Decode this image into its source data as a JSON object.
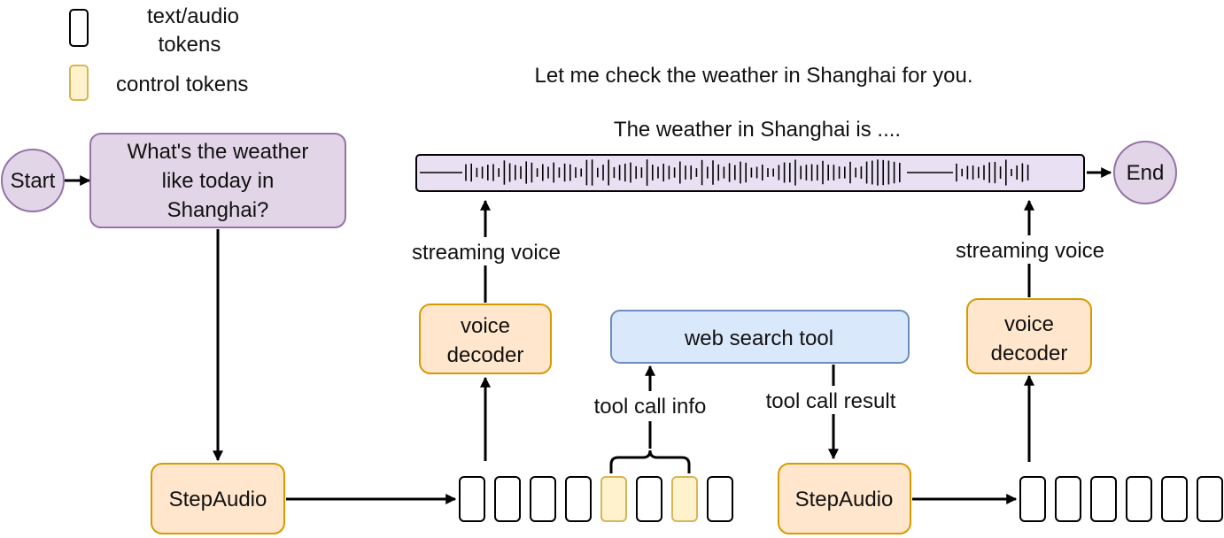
{
  "legend": {
    "token_label_1": "text/audio",
    "token_label_2": "tokens",
    "control_label": "control tokens"
  },
  "nodes": {
    "start": "Start",
    "end": "End",
    "query_line1": "What's the weather",
    "query_line2": "like today in",
    "query_line3": "Shanghai?",
    "stepaudio_left": "StepAudio",
    "stepaudio_right": "StepAudio",
    "decoder_left_line1": "voice",
    "decoder_left_line2": "decoder",
    "decoder_right_line1": "voice",
    "decoder_right_line2": "decoder",
    "web_search_tool": "web search tool"
  },
  "labels": {
    "streaming_voice_left": "streaming voice",
    "streaming_voice_right": "streaming voice",
    "tool_call_info": "tool call info",
    "tool_call_result": "tool call result"
  },
  "responses": {
    "line1": "Let me check the weather in Shanghai for you.",
    "line2": "The weather in Shanghai is ...."
  },
  "token_sequences": {
    "left": [
      "text",
      "text",
      "text",
      "text",
      "control",
      "text",
      "control",
      "text"
    ],
    "right": [
      "text",
      "text",
      "text",
      "text",
      "text",
      "text"
    ]
  },
  "colors": {
    "purple_fill": "#e1d5e7",
    "purple_stroke": "#9673a6",
    "orange_fill": "#ffe6cc",
    "orange_stroke": "#d79b00",
    "blue_fill": "#dae8fc",
    "blue_stroke": "#6c8ebf",
    "control_fill": "#fff2cc",
    "control_stroke": "#d6b656"
  }
}
